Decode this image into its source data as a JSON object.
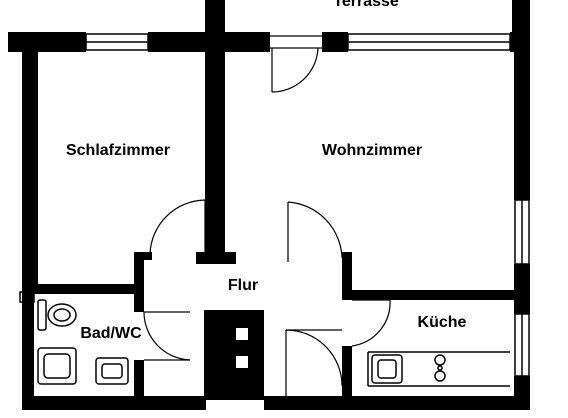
{
  "rooms": {
    "terrace": "Terrasse",
    "bedroom": "Schlafzimmer",
    "living_room": "Wohnzimmer",
    "hallway": "Flur",
    "kitchen": "Küche",
    "bathroom": "Bad/WC"
  },
  "colors": {
    "wall": "#000000",
    "background": "#ffffff",
    "line": "#000000"
  }
}
